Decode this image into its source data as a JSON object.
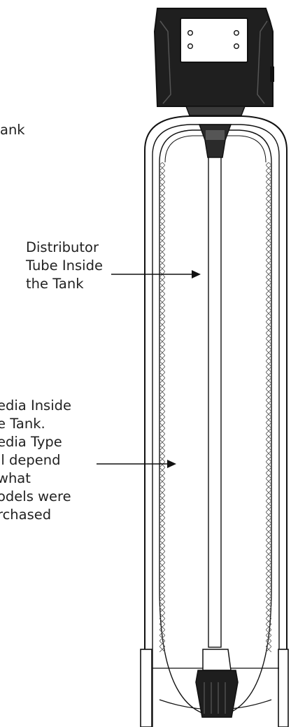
{
  "labels": {
    "partial_top": "ank",
    "distributor_tube": "Distributor\nTube Inside\nthe Tank",
    "media": "edia Inside\ne Tank.\nedia Type\nll depend\n what\nodels were\nrchased"
  },
  "colors": {
    "line": "#111111",
    "head_fill": "#2b2b2b",
    "head_panel": "#ffffff",
    "hatch": "#555555"
  }
}
